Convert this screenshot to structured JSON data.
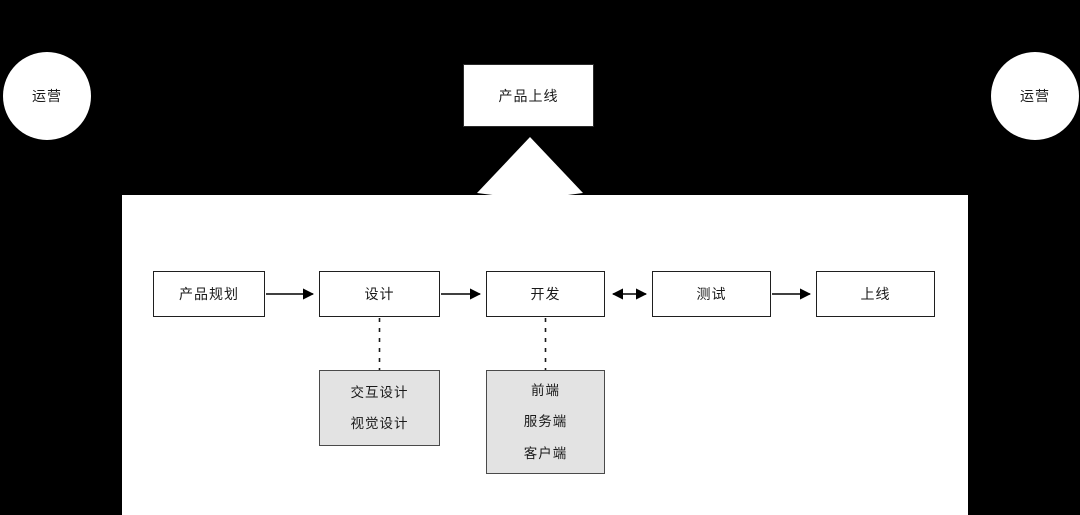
{
  "diagram": {
    "title_box": {
      "label": "产品上线",
      "shape": "rectangle"
    },
    "roles": [
      {
        "name": "role-left",
        "label": "运营"
      },
      {
        "name": "role-right",
        "label": "运营"
      }
    ],
    "flow_steps": [
      {
        "id": "planning",
        "label": "产品规划"
      },
      {
        "id": "design",
        "label": "设计"
      },
      {
        "id": "development",
        "label": "开发"
      },
      {
        "id": "testing",
        "label": "测试"
      },
      {
        "id": "launch",
        "label": "上线"
      }
    ],
    "connectors": [
      {
        "from": "planning",
        "to": "design",
        "type": "arrow-right"
      },
      {
        "from": "design",
        "to": "development",
        "type": "arrow-right"
      },
      {
        "from": "development",
        "to": "testing",
        "type": "arrow-bidirectional"
      },
      {
        "from": "testing",
        "to": "launch",
        "type": "arrow-right"
      },
      {
        "from": "design",
        "to": "design-details",
        "type": "dashed-vertical"
      },
      {
        "from": "development",
        "to": "development-details",
        "type": "dashed-vertical"
      }
    ],
    "detail_groups": [
      {
        "id": "design-details",
        "parent": "design",
        "items": [
          "交互设计",
          "视觉设计"
        ]
      },
      {
        "id": "development-details",
        "parent": "development",
        "items": [
          "前端",
          "服务端",
          "客户端"
        ]
      }
    ],
    "colors": {
      "background": "#000000",
      "panel": "#ffffff",
      "box_fill": "#ffffff",
      "box_stroke": "#1f1f1f",
      "detail_fill": "#e3e3e3",
      "detail_stroke": "#4a4a4a",
      "text": "#1a1a1a"
    }
  }
}
